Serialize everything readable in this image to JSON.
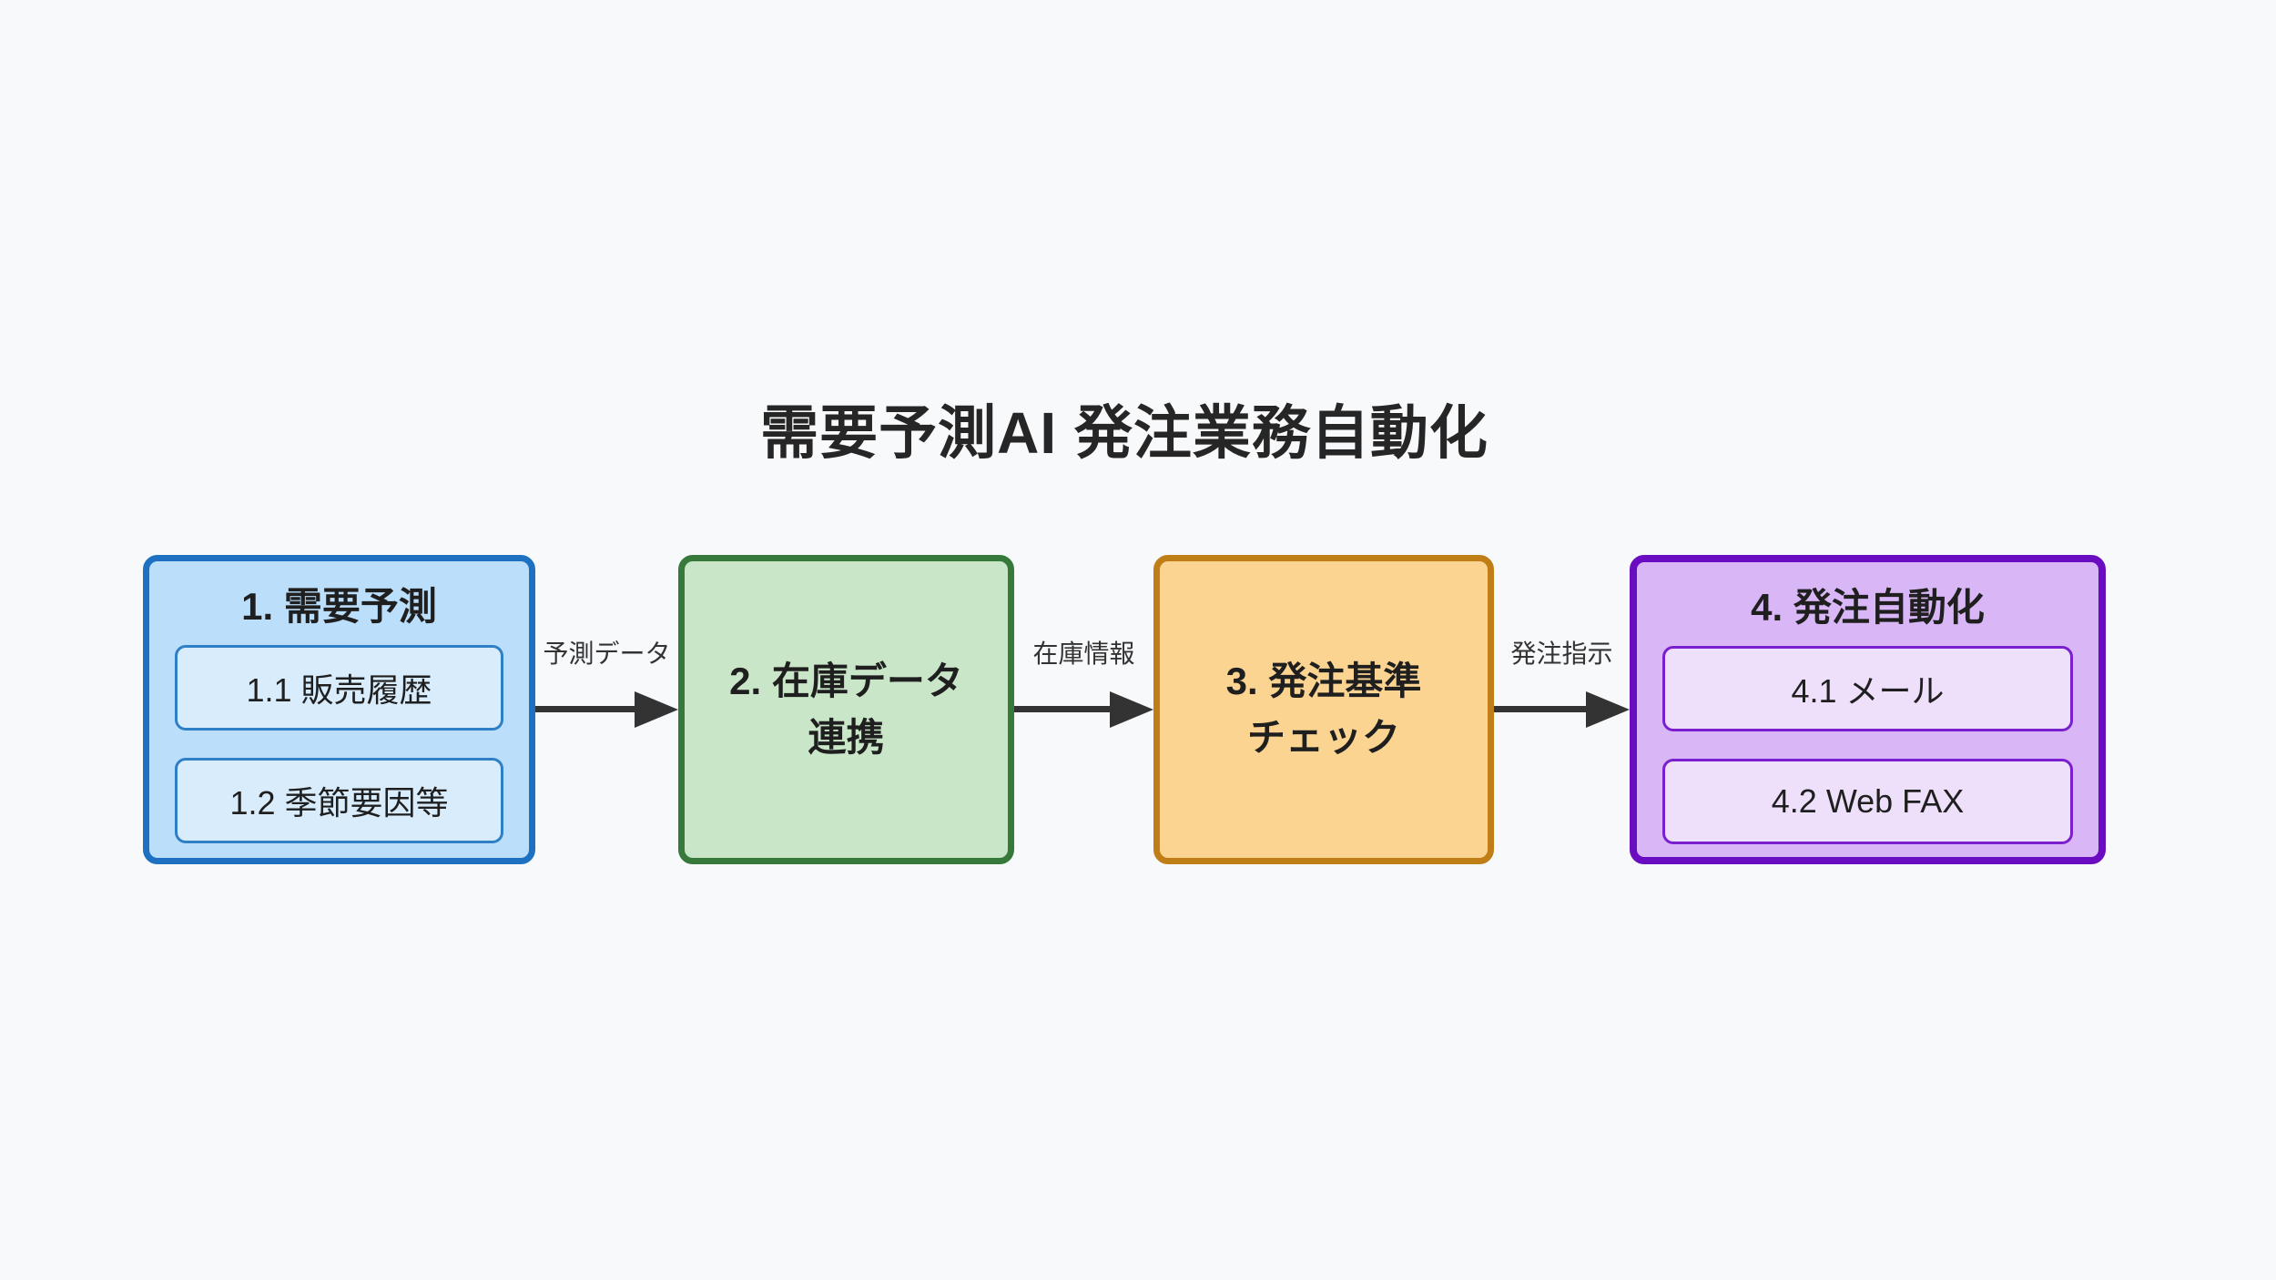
{
  "diagram": {
    "title": "需要予測AI 発注業務自動化",
    "nodes": [
      {
        "id": "1",
        "label": "1. 需要予測",
        "children": [
          "1.1 販売履歴",
          "1.2 季節要因等"
        ],
        "fill": "#bbdefb",
        "border": "#1e70c1",
        "child_fill": "#d9ecfc",
        "child_border": "#2e7fc6"
      },
      {
        "id": "2",
        "label": "2. 在庫データ 連携",
        "lines": [
          "2. 在庫データ",
          "連携"
        ],
        "fill": "#c9e6c8",
        "border": "#36793b"
      },
      {
        "id": "3",
        "label": "3. 発注基準 チェック",
        "lines": [
          "3. 発注基準",
          "チェック"
        ],
        "fill": "#fbd492",
        "border": "#bf7e16"
      },
      {
        "id": "4",
        "label": "4. 発注自動化",
        "children": [
          "4.1 メール",
          "4.2 Web FAX"
        ],
        "fill": "#d9b6f6",
        "border": "#6a0dc0",
        "child_fill": "#eee0fb",
        "child_border": "#7a1fd0"
      }
    ],
    "edges": [
      {
        "from": "1",
        "to": "2",
        "label": "予測データ"
      },
      {
        "from": "2",
        "to": "3",
        "label": "在庫情報"
      },
      {
        "from": "3",
        "to": "4",
        "label": "発注指示"
      }
    ],
    "colors": {
      "background": "#f8f9fb",
      "arrow": "#333333",
      "title_text": "#262626",
      "node_text": "#1f1f1f"
    }
  }
}
